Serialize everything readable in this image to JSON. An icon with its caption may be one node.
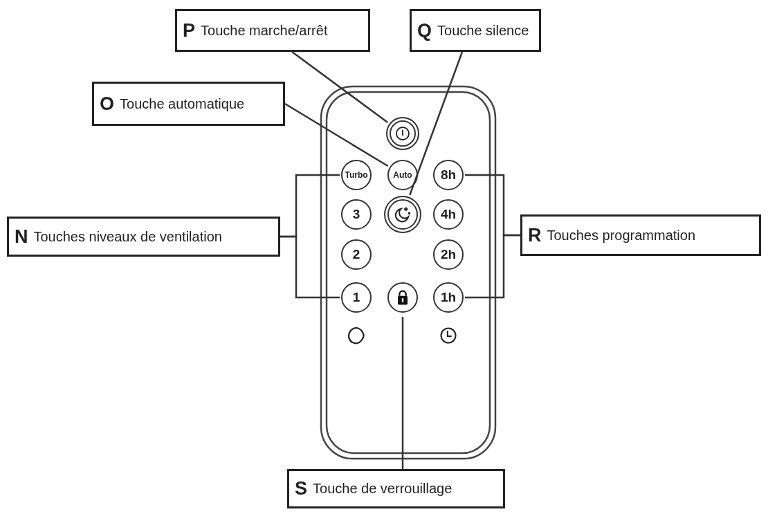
{
  "diagram": {
    "nodes": [
      {
        "text": [
          "P",
          "Touche marche/arrêt"
        ]
      },
      {
        "text": [
          "Q",
          "Touche silence"
        ]
      },
      {
        "text": [
          "O",
          "Touche automatique"
        ]
      },
      {
        "text": [
          "N",
          "Touches niveaux de ventilation"
        ]
      },
      {
        "text": [
          "R",
          "Touches programmation"
        ]
      },
      {
        "text": [
          "S",
          "Touche de verrouillage"
        ]
      },
      {
        "text": [],
        "shape": "box"
      },
      {
        "text": [],
        "shape": "circle",
        "in": 6
      },
      {
        "text": [
          "Turbo"
        ],
        "in": 6
      },
      {
        "text": [
          "Auto"
        ],
        "in": 6
      },
      {
        "text": [
          "8h"
        ],
        "in": 6
      },
      {
        "text": [
          "3"
        ],
        "in": 6
      },
      {
        "text": [],
        "shape": "circle",
        "in": 6
      },
      {
        "text": [
          "4h"
        ],
        "in": 6
      },
      {
        "text": [
          "2"
        ],
        "in": 6
      },
      {
        "text": [
          "2h"
        ],
        "in": 6
      },
      {
        "text": [
          "1"
        ],
        "in": 6
      },
      {
        "text": [],
        "shape": "circle",
        "in": 6
      },
      {
        "text": [
          "1h"
        ],
        "in": 6
      }
    ],
    "edges": [
      {
        "from": 0,
        "to": 7,
        "arrow": "none"
      },
      {
        "from": 1,
        "to": 12,
        "arrow": "none"
      },
      {
        "from": 2,
        "to": 9,
        "arrow": "none"
      },
      {
        "from": 3,
        "to": 8,
        "arrow": "none"
      },
      {
        "from": 3,
        "to": 16,
        "arrow": "none"
      },
      {
        "from": 4,
        "to": 10,
        "arrow": "none"
      },
      {
        "from": 4,
        "to": 18,
        "arrow": "none"
      },
      {
        "from": 5,
        "to": 17,
        "arrow": "none"
      }
    ]
  }
}
